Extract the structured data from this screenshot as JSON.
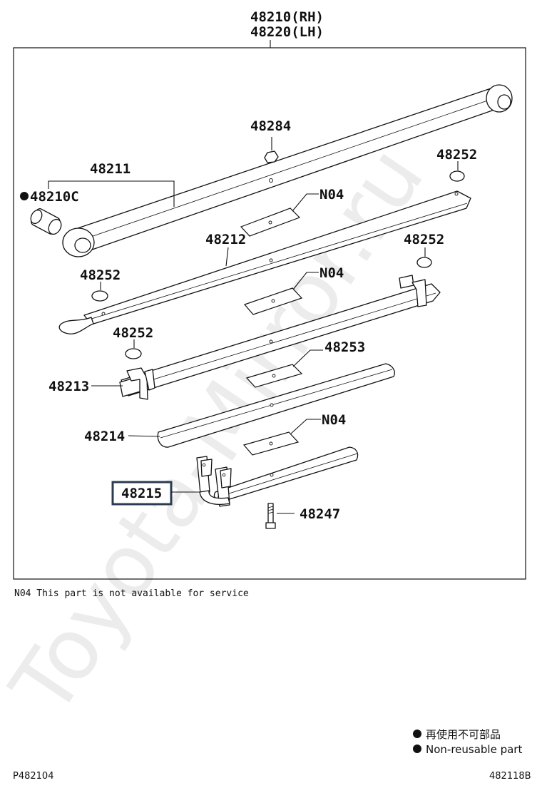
{
  "diagram": {
    "assembly_labels": [
      "48210(RH)",
      "48220(LH)"
    ],
    "parts": {
      "leaf_1": "48211",
      "bushing": "48210C",
      "nut": "48284",
      "leaf_2": "48212",
      "leaf_3": "48213",
      "leaf_4": "48214",
      "leaf_5": "48215",
      "spacer": "48253",
      "bolt": "48247",
      "insulator": "48252",
      "pad": "N04"
    },
    "highlighted_part": "48215",
    "note": "N04 This part is not available for service"
  },
  "legend": {
    "marker_icon": "filled-circle-icon",
    "jp": "再使用不可部品",
    "en": "Non-reusable part"
  },
  "footer": {
    "left_code": "P482104",
    "right_code": "482118B"
  },
  "watermark": "Toyota-Mirror.ru"
}
